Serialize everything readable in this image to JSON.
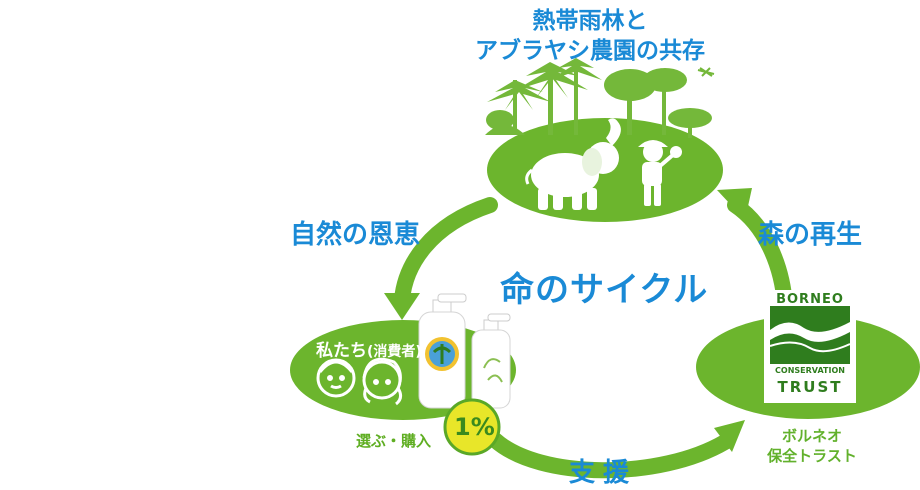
{
  "title": {
    "line1": "熱帯雨林と",
    "line2": "アブラヤシ農園の共存"
  },
  "center_label": "命のサイクル",
  "arrows": {
    "left": "自然の恩恵",
    "right": "森の再生",
    "bottom": "支援"
  },
  "consumers": {
    "label": "私たち",
    "label_sub": "(消費者)",
    "action": "選ぶ・購入",
    "percent": "1%"
  },
  "partner": {
    "logo_top": "BORNEO",
    "logo_mid": "CONSERVATION",
    "logo_bottom": "TRUST",
    "caption_line1": "ボルネオ",
    "caption_line2": "保全トラスト"
  },
  "colors": {
    "green": "#6cb52d",
    "dark_green": "#2f7d1e",
    "blue_text": "#1a8ad6",
    "yellow": "#e8e629"
  }
}
